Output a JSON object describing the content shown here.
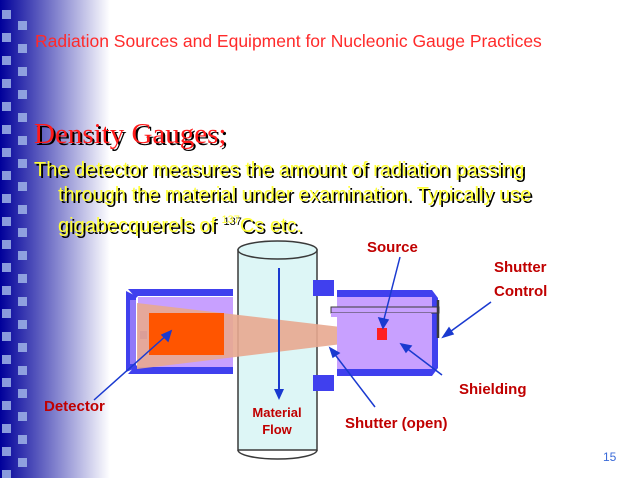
{
  "slide": {
    "header": "Radiation Sources and Equipment for Nucleonic Gauge Practices",
    "heading": "Density Gauges;",
    "body": {
      "line1": "The detector measures the amount of radiation passing",
      "line2": "through the material under examination. Typically use",
      "line3_before": "gigabecquerels of ",
      "line3_sup": "137",
      "line3_after": "Cs etc."
    },
    "slide_number": "15"
  },
  "diagram": {
    "labels": {
      "source": "Source",
      "shutter_control_1": "Shutter",
      "shutter_control_2": "Control",
      "shielding": "Shielding",
      "detector": "Detector",
      "material_flow_1": "Material",
      "material_flow_2": "Flow",
      "shutter_open": "Shutter (open)"
    },
    "colors": {
      "slide_background": "#00009a",
      "content_background": "#ffffff",
      "header_text": "#ff2a2a",
      "heading_text": "#ff1a1a",
      "body_text": "#ffff33",
      "label_text": "#c00000",
      "housing_blue": "#4040ee",
      "housing_lilac": "#c8a0ff",
      "detector_crystal": "#ff5500",
      "beam": "#e8a890",
      "source_red": "#ff2020"
    }
  }
}
